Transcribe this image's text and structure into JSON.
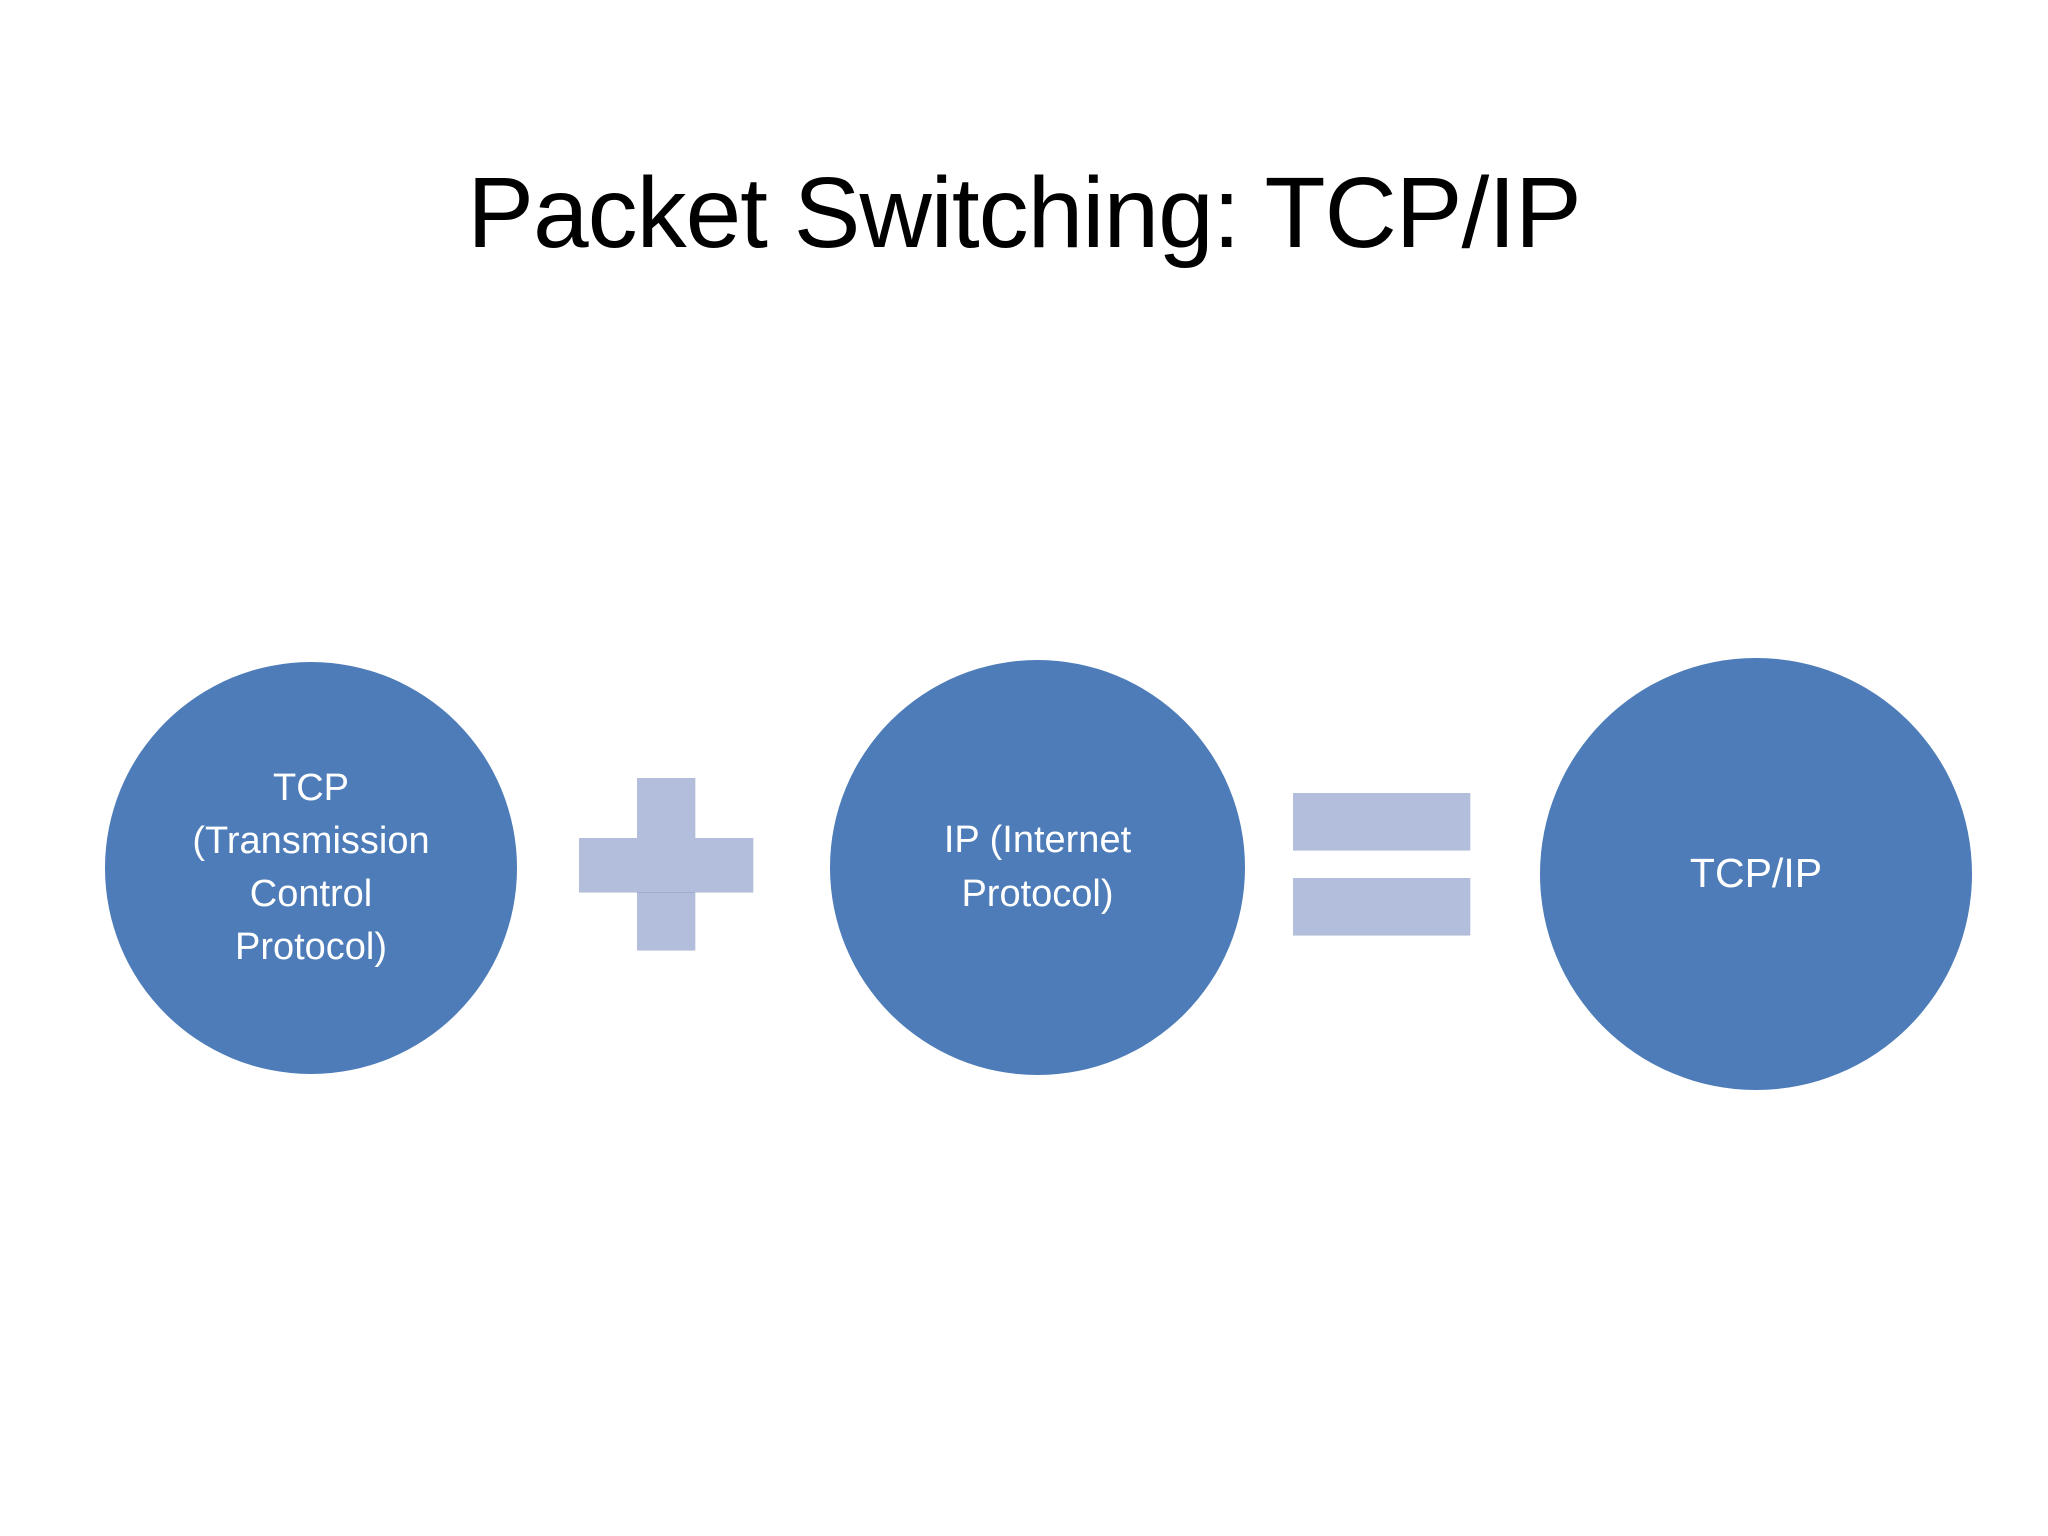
{
  "slide": {
    "title": "Packet Switching: TCP/IP"
  },
  "colors": {
    "background": "#ffffff",
    "title_text": "#000000",
    "circle_fill": "#4d7cb9",
    "circle_text": "#ffffff",
    "operator_fill": "#b3bedd"
  },
  "diagram": {
    "circles": [
      {
        "id": "tcp",
        "label": "TCP\n(Transmission\nControl\nProtocol)"
      },
      {
        "id": "ip",
        "label": "IP (Internet\nProtocol)"
      },
      {
        "id": "tcpip",
        "label": "TCP/IP"
      }
    ],
    "operators": [
      {
        "id": "plus",
        "meaning": "plus"
      },
      {
        "id": "equals",
        "meaning": "equals"
      }
    ]
  }
}
